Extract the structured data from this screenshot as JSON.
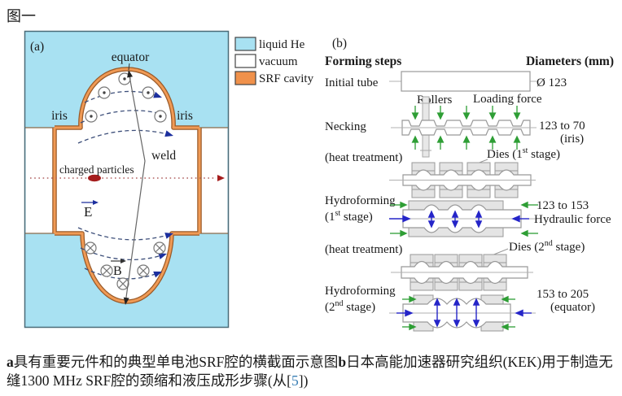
{
  "page": {
    "figure_label": "图一"
  },
  "panel_a": {
    "label": "(a)",
    "equator": "equator",
    "iris_left": "iris",
    "iris_right": "iris",
    "weld": "weld",
    "charged_particles": "charged particles",
    "e_field": "E",
    "b_field": "B"
  },
  "legend": {
    "items": [
      {
        "label": "liquid He",
        "color": "#a8e1f2"
      },
      {
        "label": "vacuum",
        "color": "#ffffff"
      },
      {
        "label": "SRF cavity",
        "color": "#f0914b"
      }
    ]
  },
  "panel_b": {
    "label": "(b)",
    "columns": {
      "steps": "Forming steps",
      "diameters": "Diameters (mm)"
    },
    "initial_tube": {
      "label": "Initial tube",
      "diameter": "Ø 123"
    },
    "necking": {
      "label": "Necking",
      "rollers": "Rollers",
      "loading_force": "Loading force",
      "diameter": "123 to 70",
      "diameter_note": "(iris)"
    },
    "heat_treatment_1": "(heat treatment)",
    "dies_1": {
      "pre": "Dies (1",
      "sup": "st",
      "post": " stage)"
    },
    "hydroforming_1": {
      "label": "Hydroforming",
      "stage_pre": "(1",
      "stage_sup": "st",
      "stage_post": " stage)",
      "diameter": "123 to 153",
      "hydraulic_force": "Hydraulic force"
    },
    "heat_treatment_2": "(heat treatment)",
    "dies_2": {
      "pre": "Dies (2",
      "sup": "nd",
      "post": " stage)"
    },
    "hydroforming_2": {
      "label": "Hydroforming",
      "stage_pre": "(2",
      "stage_sup": "nd",
      "stage_post": " stage)",
      "diameter": "153 to 205",
      "diameter_note": "(equator)"
    }
  },
  "colors": {
    "liquid_he": "#a8e1f2",
    "srf_cavity": "#f0914b",
    "force_green": "#2e9e35",
    "hydraulic_blue": "#2525c8",
    "charged_red": "#a51d1d"
  },
  "caption": {
    "bold_a": "a",
    "text_a": "具有重要元件和的典型单电池SRF腔的横截面示意图",
    "bold_b": "b",
    "text_b": "日本高能加速器研究组织(KEK)用于制造无缝1300 MHz SRF腔的颈缩和液压成形步骤(从[",
    "ref": "5",
    "suffix": "])"
  }
}
